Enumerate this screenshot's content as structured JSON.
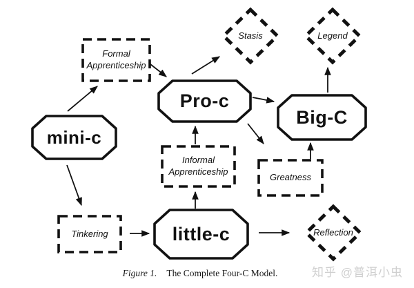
{
  "figure": {
    "caption_label": "Figure 1.",
    "caption_text": "The Complete Four-C Model."
  },
  "watermark": "知乎 @普洱小虫",
  "colors": {
    "ink": "#111111",
    "background": "#ffffff",
    "watermark_gray": "#cfcfcf"
  },
  "nodes": {
    "mini_c": "mini-c",
    "pro_c": "Pro-c",
    "big_c": "Big-C",
    "little_c": "little-c",
    "formal_apprenticeship": "Formal Apprenticeship",
    "informal_apprenticeship": "Informal Apprenticeship",
    "greatness": "Greatness",
    "tinkering": "Tinkering",
    "stasis": "Stasis",
    "legend": "Legend",
    "reflection": "Reflection"
  },
  "edges": [
    {
      "from": "mini-c",
      "to": "Formal Apprenticeship"
    },
    {
      "from": "Formal Apprenticeship",
      "to": "Pro-c"
    },
    {
      "from": "mini-c",
      "to": "Tinkering"
    },
    {
      "from": "Tinkering",
      "to": "little-c"
    },
    {
      "from": "little-c",
      "to": "Informal Apprenticeship"
    },
    {
      "from": "Informal Apprenticeship",
      "to": "Pro-c"
    },
    {
      "from": "Pro-c",
      "to": "Stasis"
    },
    {
      "from": "Pro-c",
      "to": "Big-C"
    },
    {
      "from": "Pro-c",
      "to": "Greatness"
    },
    {
      "from": "Greatness",
      "to": "Big-C"
    },
    {
      "from": "Big-C",
      "to": "Legend"
    },
    {
      "from": "little-c",
      "to": "Reflection"
    }
  ]
}
